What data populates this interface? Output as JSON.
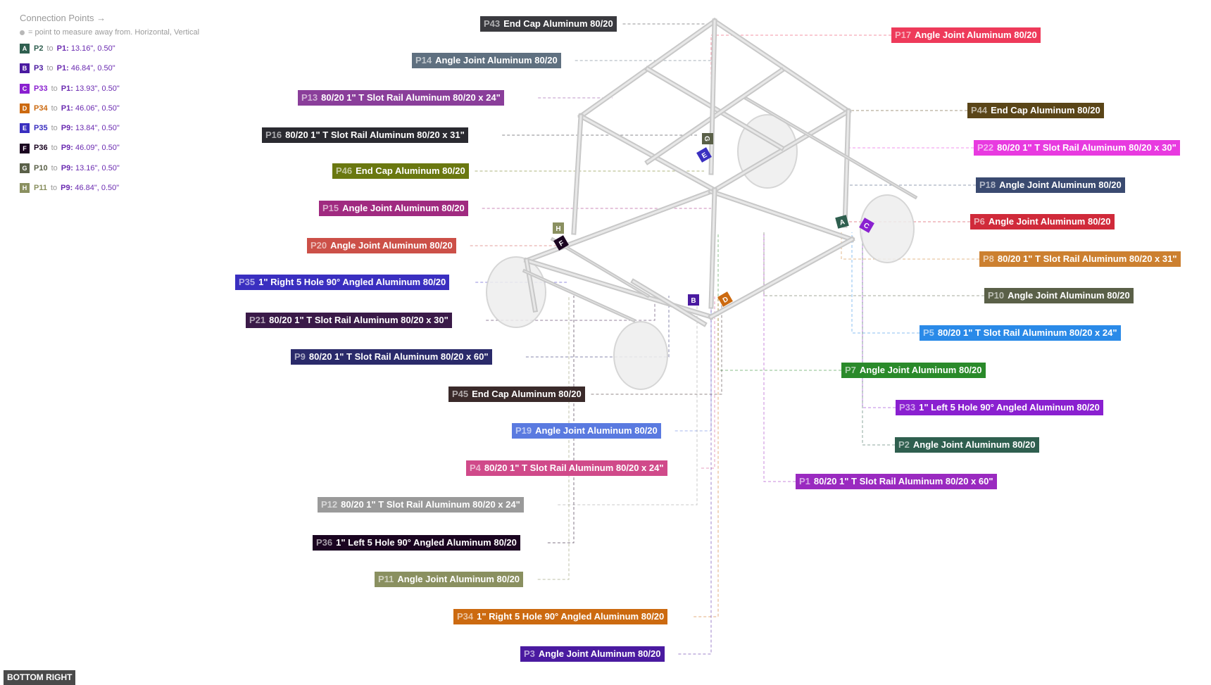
{
  "legend": {
    "title": "Connection Points →",
    "subtitle": "= point to measure away from. Horizontal, Vertical",
    "items": [
      {
        "key": "A",
        "from": "P2",
        "to": "P1:",
        "value": "13.16\", 0.50\"",
        "color": "#2f5f4f"
      },
      {
        "key": "B",
        "from": "P3",
        "to": "P1:",
        "value": "46.84\", 0.50\"",
        "color": "#4a1aa0"
      },
      {
        "key": "C",
        "from": "P33",
        "to": "P1:",
        "value": "13.93\", 0.50\"",
        "color": "#8a20d0"
      },
      {
        "key": "D",
        "from": "P34",
        "to": "P1:",
        "value": "46.06\", 0.50\"",
        "color": "#cc6a10"
      },
      {
        "key": "E",
        "from": "P35",
        "to": "P9:",
        "value": "13.84\", 0.50\"",
        "color": "#3a2fc0"
      },
      {
        "key": "F",
        "from": "P36",
        "to": "P9:",
        "value": "46.09\", 0.50\"",
        "color": "#1a0420"
      },
      {
        "key": "G",
        "from": "P10",
        "to": "P9:",
        "value": "13.16\", 0.50\"",
        "color": "#5a6048"
      },
      {
        "key": "H",
        "from": "P11",
        "to": "P9:",
        "value": "46.84\", 0.50\"",
        "color": "#8a9060"
      }
    ]
  },
  "parts": [
    {
      "id": "P43",
      "name": "End Cap Aluminum 80/20",
      "color": "#3a3a3f",
      "icon": "arrow-icon"
    },
    {
      "id": "P17",
      "name": "Angle Joint Aluminum 80/20",
      "color": "#ee3a5a"
    },
    {
      "id": "P14",
      "name": "Angle Joint Aluminum 80/20",
      "color": "#5f7080"
    },
    {
      "id": "P13",
      "name": "80/20 1\" T Slot Rail Aluminum 80/20 x 24\"",
      "color": "#8a3e9a"
    },
    {
      "id": "P44",
      "name": "End Cap Aluminum 80/20",
      "color": "#5a4518"
    },
    {
      "id": "P16",
      "name": "80/20 1\" T Slot Rail Aluminum 80/20 x 31\"",
      "color": "#2a2a30"
    },
    {
      "id": "P22",
      "name": "80/20 1\" T Slot Rail Aluminum 80/20 x 30\"",
      "color": "#e83ae0"
    },
    {
      "id": "P46",
      "name": "End Cap Aluminum 80/20",
      "color": "#6a7810"
    },
    {
      "id": "P18",
      "name": "Angle Joint Aluminum 80/20",
      "color": "#3a4a70"
    },
    {
      "id": "P15",
      "name": "Angle Joint Aluminum 80/20",
      "color": "#a02a80"
    },
    {
      "id": "P6",
      "name": "Angle Joint Aluminum 80/20",
      "color": "#d02a3a"
    },
    {
      "id": "P20",
      "name": "Angle Joint Aluminum 80/20",
      "color": "#cc5048"
    },
    {
      "id": "P8",
      "name": "80/20 1\" T Slot Rail Aluminum 80/20 x 31\"",
      "color": "#cc8030"
    },
    {
      "id": "P35",
      "name": "1\" Right 5 Hole 90° Angled Aluminum 80/20",
      "color": "#3a2fc0"
    },
    {
      "id": "P10",
      "name": "Angle Joint Aluminum 80/20",
      "color": "#5a6048"
    },
    {
      "id": "P21",
      "name": "80/20 1\" T Slot Rail Aluminum 80/20 x 30\"",
      "color": "#3a1a48"
    },
    {
      "id": "P5",
      "name": "80/20 1\" T Slot Rail Aluminum 80/20 x 24\"",
      "color": "#2a8ae8"
    },
    {
      "id": "P9",
      "name": "80/20 1\" T Slot Rail Aluminum 80/20 x 60\"",
      "color": "#2a2a6a"
    },
    {
      "id": "P7",
      "name": "Angle Joint Aluminum 80/20",
      "color": "#2a8a2a"
    },
    {
      "id": "P45",
      "name": "End Cap Aluminum 80/20",
      "color": "#3a2a2a"
    },
    {
      "id": "P33",
      "name": "1\" Left 5 Hole 90° Angled Aluminum 80/20",
      "color": "#8a20d0"
    },
    {
      "id": "P19",
      "name": "Angle Joint Aluminum 80/20",
      "color": "#5a7ae0"
    },
    {
      "id": "P2",
      "name": "Angle Joint Aluminum 80/20",
      "color": "#2f5f4f"
    },
    {
      "id": "P4",
      "name": "80/20 1\" T Slot Rail Aluminum 80/20 x 24\"",
      "color": "#d04a8a"
    },
    {
      "id": "P1",
      "name": "80/20 1\" T Slot Rail Aluminum 80/20 x 60\"",
      "color": "#9a2ac0"
    },
    {
      "id": "P12",
      "name": "80/20 1\" T Slot Rail Aluminum 80/20 x 24\"",
      "color": "#9a9a9a"
    },
    {
      "id": "P36",
      "name": "1\" Left 5 Hole 90° Angled Aluminum 80/20",
      "color": "#1a0420"
    },
    {
      "id": "P11",
      "name": "Angle Joint Aluminum 80/20",
      "color": "#8a9060"
    },
    {
      "id": "P34",
      "name": "1\" Right 5 Hole 90° Angled Aluminum 80/20",
      "color": "#cc6a10"
    },
    {
      "id": "P3",
      "name": "Angle Joint Aluminum 80/20",
      "color": "#4a1aa0"
    }
  ],
  "view_button": "BOTTOM RIGHT"
}
